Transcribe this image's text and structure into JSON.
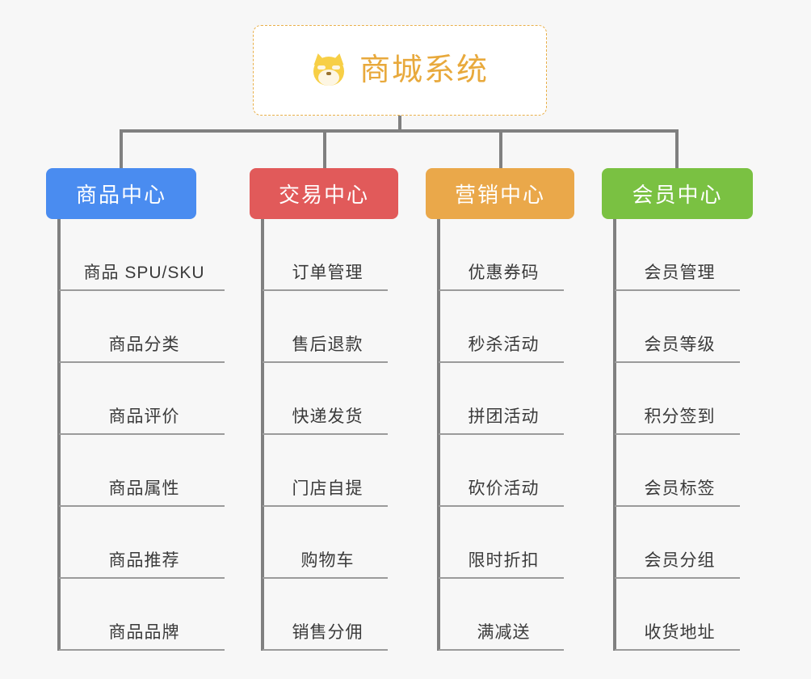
{
  "background_color": "#f7f7f7",
  "root": {
    "icon": "shiba-dog-emoji",
    "title": "商城系统",
    "title_color": "#e8a93c",
    "border_color": "#e9b04a",
    "fill_color": "#ffffff"
  },
  "connector_color": "#808080",
  "rule_color": "#9b9b9b",
  "columns": [
    {
      "id": "product-center",
      "header": "商品中心",
      "color": "#4a8cf0",
      "items": [
        "商品 SPU/SKU",
        "商品分类",
        "商品评价",
        "商品属性",
        "商品推荐",
        "商品品牌"
      ]
    },
    {
      "id": "trade-center",
      "header": "交易中心",
      "color": "#e15a5a",
      "items": [
        "订单管理",
        "售后退款",
        "快递发货",
        "门店自提",
        "购物车",
        "销售分佣"
      ]
    },
    {
      "id": "marketing-center",
      "header": "营销中心",
      "color": "#eaa84a",
      "items": [
        "优惠券码",
        "秒杀活动",
        "拼团活动",
        "砍价活动",
        "限时折扣",
        "满减送"
      ]
    },
    {
      "id": "member-center",
      "header": "会员中心",
      "color": "#7ac142",
      "items": [
        "会员管理",
        "会员等级",
        "积分签到",
        "会员标签",
        "会员分组",
        "收货地址"
      ]
    }
  ]
}
